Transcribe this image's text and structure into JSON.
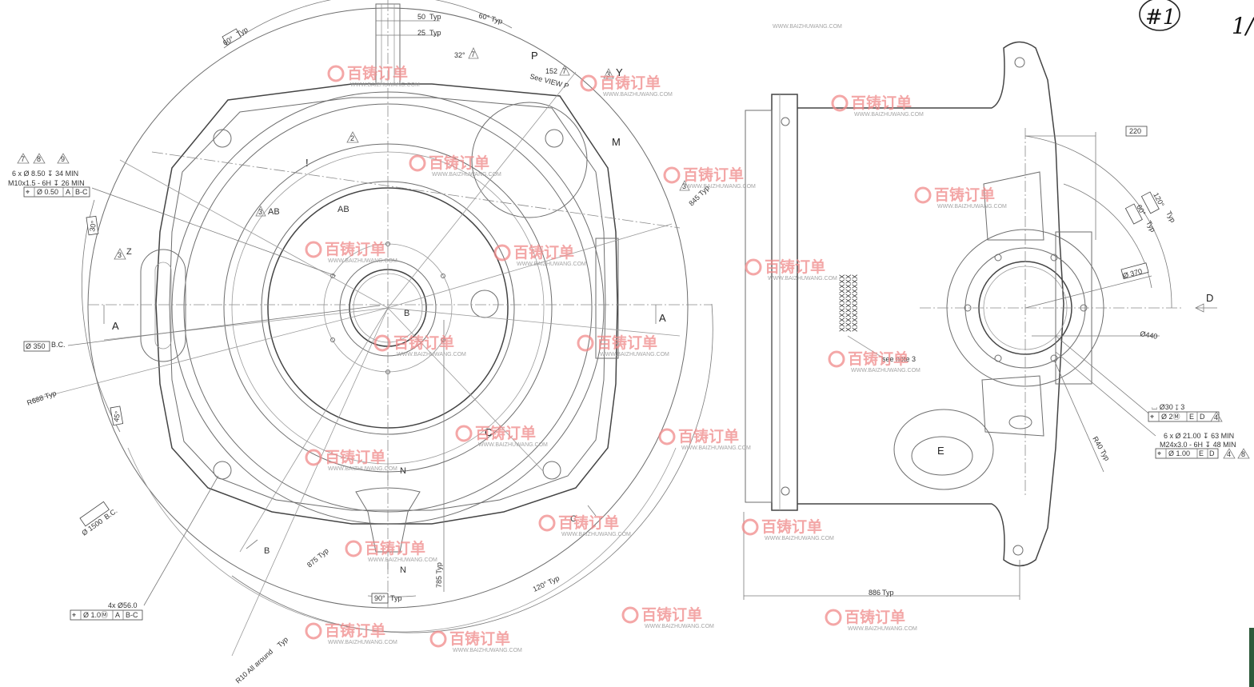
{
  "watermark": {
    "brand": "百铸订单",
    "url": "WWW.BAIZHUWANG.COM"
  },
  "page_note": {
    "handwritten_id": "#1",
    "corner_mark": "1/"
  },
  "left_view": {
    "labels": {
      "top_50": "50",
      "top_25": "25",
      "typ": "Typ",
      "typ2": "Typ",
      "angle_60": "60° Typ",
      "angle_32": "32°",
      "note7a": "7",
      "view_p": "P",
      "p_152": "152",
      "note7b": "7",
      "see_view_p": "See VIEW P",
      "note3y": "3",
      "y": "Y",
      "m": "M",
      "r845": "845 Typ",
      "note3a": "3",
      "angle_60box": "60°",
      "box_typ": "Typ",
      "note2": "2",
      "excl": "!",
      "note3ab": "3",
      "ab1": "AB",
      "ab2": "AB",
      "angle_30": "30°",
      "note3z": "3",
      "z": "Z",
      "a_left": "A",
      "a_right": "A",
      "b_center": "B",
      "bc350": "Ø 350",
      "bc350_suffix": "B.C.",
      "r688": "R688 Typ",
      "angle_45": "45°",
      "c1": "C",
      "c2": "C",
      "n1": "N",
      "n2": "N",
      "bc1500": "Ø 1500",
      "bc1500_suffix": "B.C.",
      "b_low": "B",
      "r875": "875 Typ",
      "r785": "785 Typ",
      "angle_90": "90°",
      "angle_90_typ": "Typ",
      "angle_120": "120° Typ",
      "r10": "R10 All around",
      "r10_typ": "Typ"
    },
    "hole_callout": {
      "notes": [
        "7",
        "8",
        "9"
      ],
      "line1": "6 x Ø 8.50 ↧ 34 MIN",
      "line2": "M10x1.5 - 6H ↧ 26 MIN",
      "fcf": [
        "⌖",
        "Ø 0.50",
        "A",
        "B-C"
      ]
    },
    "bore_callout": {
      "line1": "4x Ø56.0",
      "fcf": [
        "⌖",
        "Ø 1.0Ⓜ",
        "A",
        "B-C"
      ]
    }
  },
  "right_view": {
    "labels": {
      "d220": "220",
      "angle_120": "120°",
      "angle_120_typ": "Typ",
      "angle_60": "60°",
      "angle_60_typ": "Typ",
      "d370": "Ø 370",
      "d": "D",
      "d440": "Ø440",
      "see_note": "see note 3",
      "e": "E",
      "r40": "R40 Typ",
      "d886": "886",
      "d886_typ": "Typ",
      "xrow": "XXXXXXXXXXXX"
    },
    "cb_callout": {
      "line1": "⌴ Ø30 ↧ 3",
      "fcf": [
        "⌖",
        "Ø 2Ⓜ",
        "E",
        "D"
      ],
      "note": "4"
    },
    "thread_callout": {
      "line1": "6 x Ø 21.00 ↧ 63 MIN",
      "line2": "M24x3.0 - 6H ↧ 48 MIN",
      "fcf": [
        "⌖",
        "Ø 1.00",
        "E",
        "D"
      ],
      "notes": [
        "4",
        "8"
      ]
    }
  }
}
